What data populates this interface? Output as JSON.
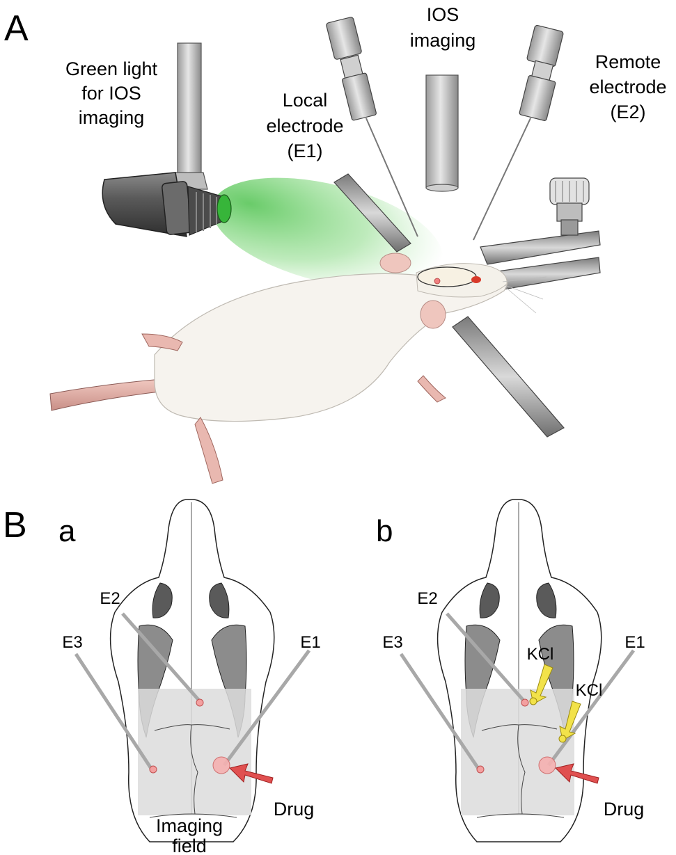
{
  "panel_a": {
    "letter": "A",
    "labels": {
      "green_light": [
        "Green light",
        "for IOS",
        "imaging"
      ],
      "ios_imaging": [
        "IOS",
        "imaging"
      ],
      "local_electrode": [
        "Local",
        "electrode",
        "(E1)"
      ],
      "remote_electrode": [
        "Remote",
        "electrode",
        "(E2)"
      ]
    }
  },
  "panel_b": {
    "letter": "B",
    "sub_a": {
      "letter": "a",
      "labels": {
        "e1": "E1",
        "e2": "E2",
        "e3": "E3",
        "drug": "Drug",
        "imaging_field": [
          "Imaging",
          "field"
        ]
      }
    },
    "sub_b": {
      "letter": "b",
      "labels": {
        "e1": "E1",
        "e2": "E2",
        "e3": "E3",
        "drug": "Drug",
        "kcl_1": "KCl",
        "kcl_2": "KCl"
      }
    }
  },
  "colors": {
    "green_light": "#58c85a",
    "imaging_field": "#dcdcdc",
    "drug_arrow": "#e05050",
    "kcl_arrow": "#f2e24a",
    "electrode_gray": "#a8a8a8",
    "mouse_body": "#f6f3ee",
    "mouse_pink": "#e9b8b0"
  }
}
